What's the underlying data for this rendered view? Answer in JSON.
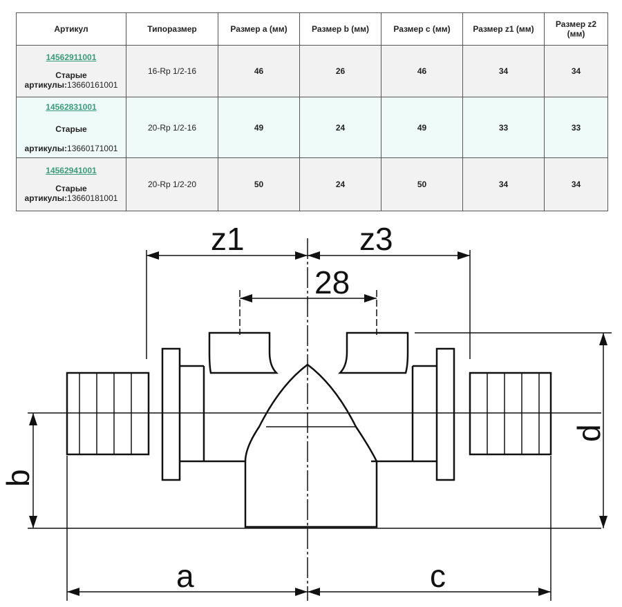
{
  "table": {
    "headers": [
      "Артикул",
      "Типоразмер",
      "Размер a (мм)",
      "Размер b (мм)",
      "Размер c (мм)",
      "Размер z1 (мм)",
      "Размер z2 (мм)"
    ],
    "old_label": "Старые",
    "old_label2": "артикулы:",
    "rows": [
      {
        "article": "14562911001",
        "old": "13660161001",
        "size": "16-Rp 1/2-16",
        "a": "46",
        "b": "26",
        "c": "46",
        "z1": "34",
        "z2": "34"
      },
      {
        "article": "14562831001",
        "old": "13660171001",
        "size": "20-Rp 1/2-16",
        "a": "49",
        "b": "24",
        "c": "49",
        "z1": "33",
        "z2": "33"
      },
      {
        "article": "14562941001",
        "old": "13660181001",
        "size": "20-Rp 1/2-20",
        "a": "50",
        "b": "24",
        "c": "50",
        "z1": "34",
        "z2": "34"
      }
    ]
  },
  "drawing": {
    "z1": "z1",
    "z3": "z3",
    "d28": "28",
    "d": "d",
    "b": "b",
    "a": "a",
    "c": "c"
  }
}
